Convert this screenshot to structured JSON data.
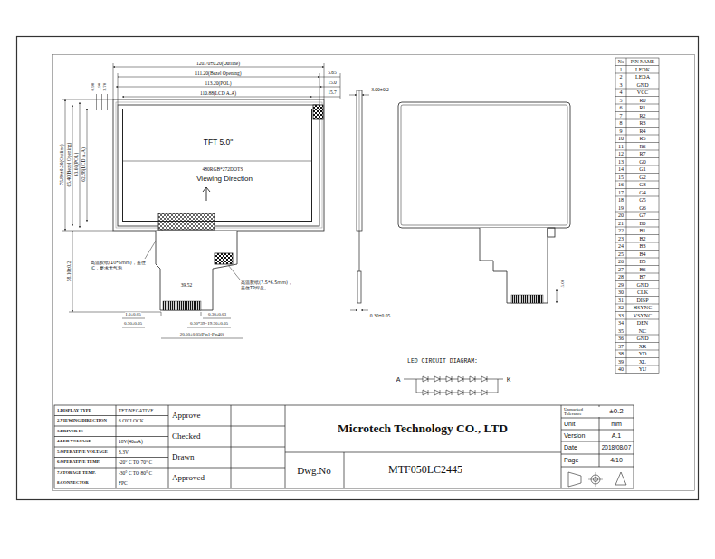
{
  "diagram": {
    "nodes": [
      {
        "text": [
          "TFT 5.0\"",
          "480RGB*272DOTS",
          "Viewing Direction"
        ]
      }
    ],
    "labels": [
      "120.70±0.20(Outline)",
      "111.20(Bezel Opening)",
      "113.20(POL)",
      "110.88(LCD A.A)",
      "5.65",
      "15.0",
      "15.7",
      "75.80±0.20(Outline)",
      "65.40(Bezel Opening)",
      "63.60(POL)",
      "62.88(LCD A.A)",
      "0.90",
      "1.90",
      "3.70",
      "58.10±0.2",
      "高温胶纸(10*6mm)，盖住IC，要求无气泡",
      "高温胶纸(7.5*6.5mm)，盖住TP焊盘。",
      "39.52",
      "1.0±0.05",
      "0.50±0.05",
      "0.30±0.03",
      "0.50*39=19.50±0.05",
      "20.50±0.05(Pin1-Pin40)",
      "3.00±0.2",
      "0.30±0.05",
      "5.00",
      "LED CIRCUIT DIAGRAM:",
      "A",
      "K",
      "1.DISPLAY TYPE",
      "TFT/NEGATIVE",
      "2.VIEWING DIRECTION",
      "6 O'CLOCK",
      "3.DRIVER IC",
      "4.LED VOLTAGE",
      "18V(40mA)",
      "5.OPERATIVE VOLTAGE",
      "3.3V",
      "6.OPERATIVE TEMP.",
      "-20° C TO 70° C",
      "7.STORAGE TEMP.",
      "-30° C TO 80° C",
      "8.CONNECTOR",
      "FPC",
      "Approve",
      "Checked",
      "Drawn",
      "Approved",
      "Microtech Technology CO., LTD",
      "Dwg.No",
      "MTF050LC2445",
      "Unmarked Tolerance",
      "±0.2",
      "Unit",
      "mm",
      "Version",
      "A.1",
      "Date",
      "2018/08/07",
      "Page",
      "4/10",
      "No",
      "PIN NAME",
      "1",
      "LEDK",
      "2",
      "LEDA",
      "3",
      "GND",
      "4",
      "VCC",
      "5",
      "R0",
      "6",
      "R1",
      "7",
      "R2",
      "8",
      "R3",
      "9",
      "R4",
      "10",
      "R5",
      "11",
      "R6",
      "12",
      "R7",
      "13",
      "G0",
      "14",
      "G1",
      "15",
      "G2",
      "16",
      "G3",
      "17",
      "G4",
      "18",
      "G5",
      "19",
      "G6",
      "20",
      "G7",
      "21",
      "B0",
      "22",
      "B1",
      "23",
      "B2",
      "24",
      "B3",
      "25",
      "B4",
      "26",
      "B5",
      "27",
      "B6",
      "28",
      "B7",
      "29",
      "GND",
      "30",
      "CLK",
      "31",
      "DISP",
      "32",
      "HSYNC",
      "33",
      "VSYNC",
      "34",
      "DEN",
      "35",
      "NC",
      "36",
      "GND",
      "37",
      "XR",
      "38",
      "YD",
      "39",
      "XL",
      "40",
      "YU"
    ]
  }
}
